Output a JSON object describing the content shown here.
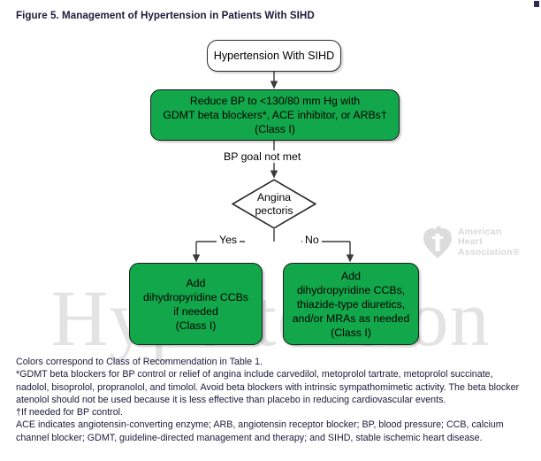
{
  "title": "Figure 5. Management of Hypertension in Patients With SIHD",
  "colors": {
    "green_box": "#11a74a",
    "node_border": "#1d1d1d",
    "title_text": "#1b1b3a",
    "watermark": "#e3e3e3",
    "connector": "#3a3a3a"
  },
  "flowchart": {
    "start_node": "Hypertension With SIHD",
    "reduce_bp_node": "Reduce BP to <130/80 mm Hg with\nGDMT beta blockers*, ACE inhibitor, or ARBs†\n(Class I)",
    "bp_goal_label": "BP goal not met",
    "decision_node": "Angina\npectoris",
    "yes_label": "Yes",
    "no_label": "No",
    "add_ccb_node": "Add\ndihydropyridine CCBs\nif needed\n(Class I)",
    "add_ccb_thiazide_node": "Add\ndihydropyridine CCBs,\nthiazide-type diuretics,\nand/or MRAs as needed\n(Class I)"
  },
  "watermarks": {
    "background_word": "Hypertension",
    "aha_line1": "American",
    "aha_line2": "Heart",
    "aha_line3": "Association®"
  },
  "footnotes": {
    "line1": "Colors correspond to Class of Recommendation in Table 1.",
    "line2": "*GDMT beta blockers for BP control or relief of angina include carvedilol, metoprolol tartrate, metoprolol succinate, nadolol, bisoprolol, propranolol, and timolol. Avoid beta blockers with intrinsic sympathomimetic activity. The beta blocker atenolol should not be used because it is less effective than placebo in reducing cardiovascular events.",
    "line3": "†If needed for BP control.",
    "line4": "ACE indicates angiotensin-converting enzyme; ARB, angiotensin receptor blocker; BP, blood pressure; CCB, calcium channel blocker; GDMT, guideline-directed management and therapy; and SIHD, stable ischemic heart disease."
  }
}
